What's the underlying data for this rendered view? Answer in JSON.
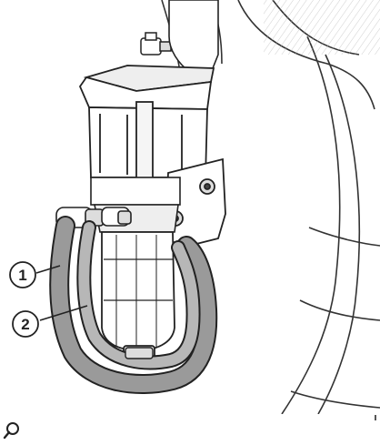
{
  "figure": {
    "callouts": [
      {
        "id": "callout-1",
        "label": "1"
      },
      {
        "id": "callout-2",
        "label": "2"
      }
    ]
  },
  "toolbar": {
    "zoom_icon": "magnifier-zoom-icon"
  }
}
